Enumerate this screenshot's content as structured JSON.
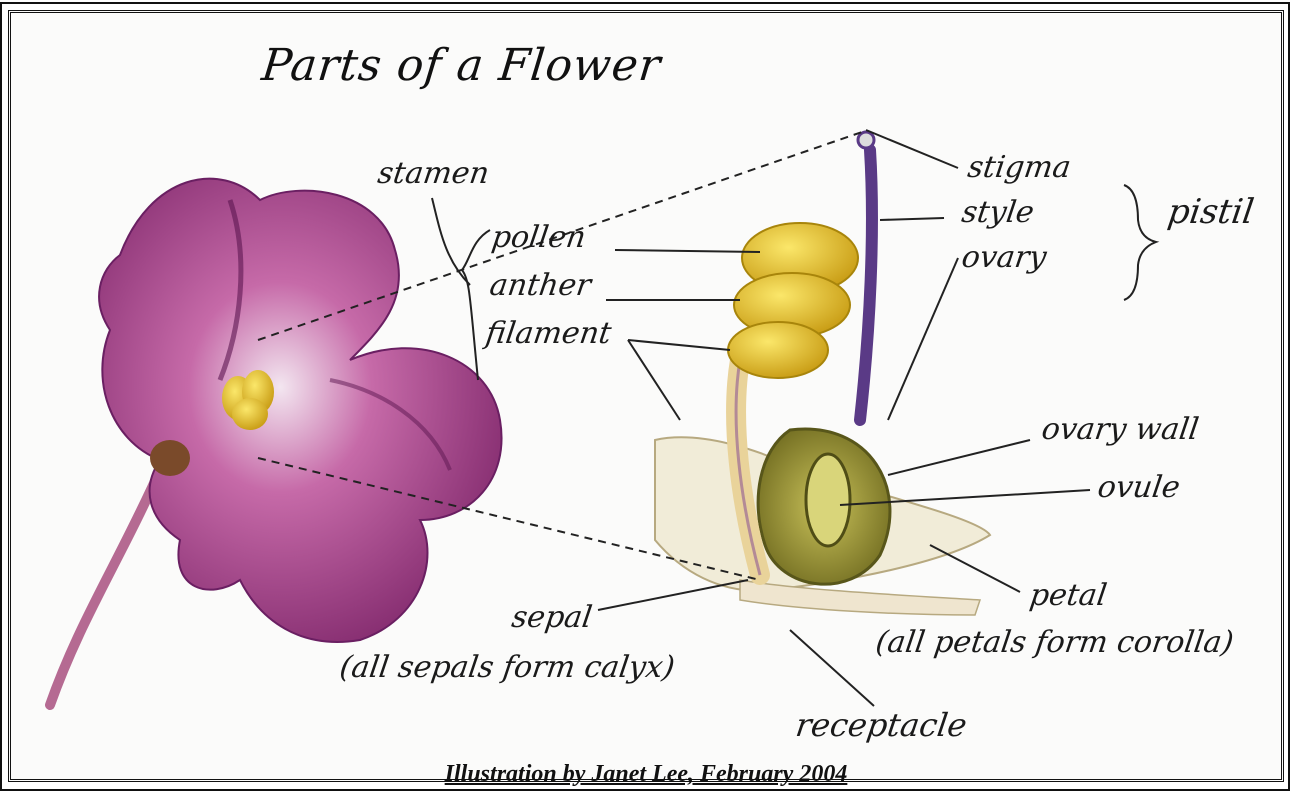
{
  "title": "Parts of a Flower",
  "labels": {
    "stamen": "stamen",
    "pollen": "pollen",
    "anther": "anther",
    "filament": "filament",
    "stigma": "stigma",
    "style": "style",
    "ovary": "ovary",
    "pistil": "pistil",
    "ovary_wall": "ovary wall",
    "ovule": "ovule",
    "petal": "petal",
    "petal_note": "(all petals form corolla)",
    "sepal": "sepal",
    "sepal_note": "(all sepals form calyx)",
    "receptacle": "receptacle"
  },
  "caption": "Illustration by Janet Lee, February 2004",
  "colors": {
    "petal": "#9b2f7e",
    "petal_dark": "#6a1f62",
    "anther": "#e6c21f",
    "stem": "#b07090",
    "ovary": "#9a9a2a"
  }
}
